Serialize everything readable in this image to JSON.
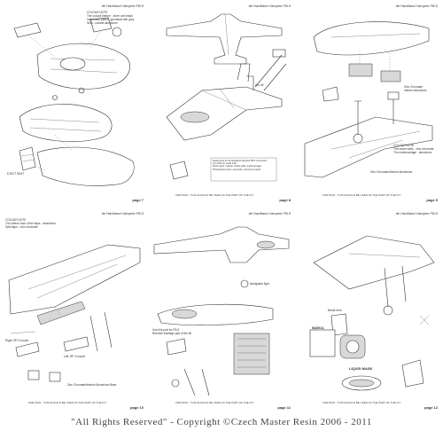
{
  "sheets": [
    {
      "header": "de Havilland Vampire FB.5",
      "page": "page 7",
      "notes": [
        "COLOUR NOTE\nThe cockpit interior - silver and black\nInstrument panel - gunmetal with grey\nSeat - natural aluminium",
        "EJECT SEAT"
      ],
      "footer": ""
    },
    {
      "header": "de Havilland Vampire FB.5",
      "page": "page 8",
      "notes": [
        "Detail parts for de Havilland Vampire FB.5 conversion\nFor Airfix kit, scale 1:48\nResin parts: cockpit, wheel wells, undercarriage\nPhotoetched parts: seat belts, instrument panel",
        "Cut off"
      ],
      "footer": "CMR 5034 - THIS SHOULD BE USED AS THE PART OF THE KIT"
    },
    {
      "header": "de Havilland Vampire FB.5",
      "page": "page 9",
      "notes": [
        "Zinc Chromate\nInterior Aluminium",
        "COLOUR NOTE\nThe wheel wells - zinc chromate\nThe undercarriage - aluminium",
        "Zinc Chromate/Interior Aluminium"
      ],
      "footer": "CMR 5034 - THIS SHOULD BE USED AS THE PART OF THE KIT"
    },
    {
      "header": "de Havilland Vampire FB.5",
      "page": "page 10",
      "notes": [
        "COLOUR NOTE\nThe interior face of the flaps - aluminium\nSplit flaps - zinc chromate",
        "Right: RP-3 mount",
        "Left: RP-3 mount",
        "Zinc Chromate/Interior Aluminium Base"
      ],
      "footer": "CMR 5034 - THIS SHOULD BE USED AS THE PART OF THE KIT"
    },
    {
      "header": "de Havilland Vampire FB.5",
      "page": "page 11",
      "notes": [
        "Navigation light",
        "Use this part for FB.5\nRemove fuselage part of the kit"
      ],
      "footer": "CMR 5034 - THIS SHOULD BE USED AS THE PART OF THE KIT"
    },
    {
      "header": "de Havilland Vampire FB.5",
      "page": "page 12",
      "notes": [
        "Break here",
        "LIQUID MASK",
        "MASKOL"
      ],
      "footer": "CMR 5034 - THIS SHOULD BE USED AS THE PART OF THE KIT"
    }
  ],
  "copyright": "\"All Rights Reserved\" - Copyright ©Czech Master Resin 2006 - 2011"
}
